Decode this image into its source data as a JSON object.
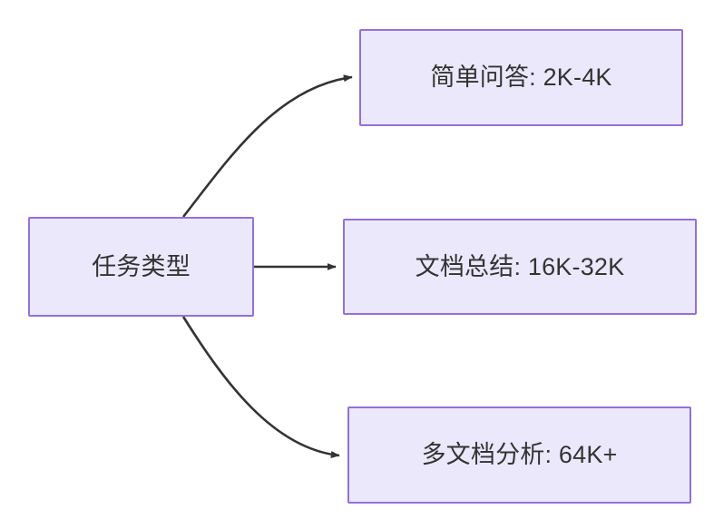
{
  "diagram": {
    "type": "flowchart",
    "direction": "left-to-right",
    "background_color": "#ffffff",
    "node_fill_color": "#ebe8fb",
    "node_border_color": "#9370db",
    "text_color": "#333333",
    "edge_color": "#333333",
    "nodes": {
      "root": {
        "label": "任务类型"
      },
      "simple_qa": {
        "label": "简单问答: 2K-4K"
      },
      "doc_summary": {
        "label": "文档总结: 16K-32K"
      },
      "multi_doc": {
        "label": "多文档分析: 64K+"
      }
    },
    "edges": [
      {
        "from": "root",
        "to": "simple_qa",
        "style": "curved",
        "arrowhead": "solid"
      },
      {
        "from": "root",
        "to": "doc_summary",
        "style": "straight",
        "arrowhead": "solid"
      },
      {
        "from": "root",
        "to": "multi_doc",
        "style": "curved",
        "arrowhead": "solid"
      }
    ]
  }
}
